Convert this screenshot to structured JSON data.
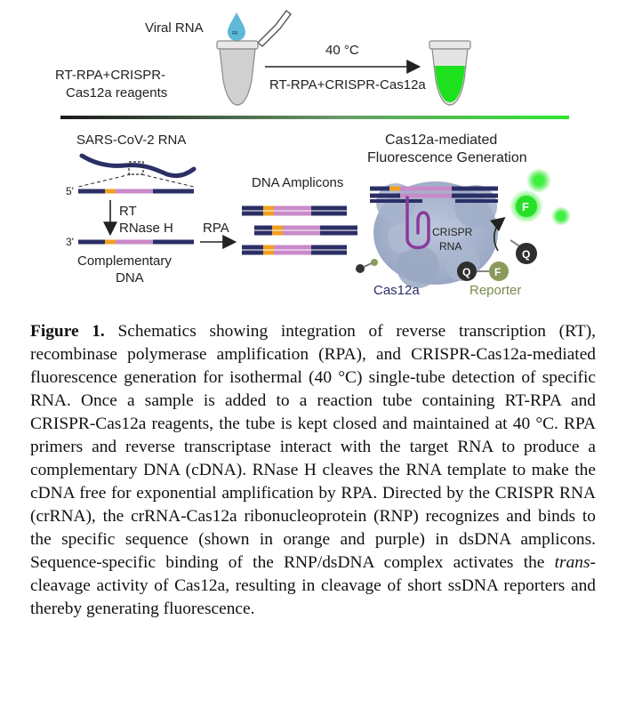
{
  "figure": {
    "viral_rna": "Viral RNA",
    "reagents_line1": "RT-RPA+CRISPR-",
    "reagents_line2": "Cas12a reagents",
    "temperature": "40 °C",
    "arrow_label": "RT-RPA+CRISPR-Cas12a",
    "sars_rna": "SARS-CoV-2 RNA",
    "five_prime": "5'",
    "three_prime": "3'",
    "rt": "RT",
    "rnase_h": "RNase H",
    "complementary_line1": "Complementary",
    "complementary_line2": "DNA",
    "rpa": "RPA",
    "dna_amplicons": "DNA Amplicons",
    "fluor_title_line1": "Cas12a-mediated",
    "fluor_title_line2": "Fluorescence Generation",
    "crispr_line1": "CRISPR",
    "crispr_line2": "RNA",
    "cas12a": "Cas12a",
    "reporter": "Reporter",
    "f_letter": "F",
    "q_letter": "Q",
    "colors": {
      "strand": "#2b2f66",
      "orange": "#f0a020",
      "purple": "#c98ac9",
      "green": "#2de82d",
      "protein": "#9aaac6",
      "reporter_text": "#7a8a4a"
    }
  },
  "caption": {
    "label": "Figure 1.",
    "text_part1": " Schematics showing integration of reverse transcription (RT), recombinase polymerase amplification (RPA), and CRISPR-Cas12a-mediated fluorescence generation for isothermal (40 °C) single-tube detection of specific RNA. Once a sample is added to a reaction tube containing RT-RPA and CRISPR-Cas12a reagents, the tube is kept closed and maintained at 40 °C. RPA primers and reverse transcriptase interact with the target RNA to produce a comple­mentary DNA (cDNA). RNase H cleaves the RNA template to make the cDNA free for exponential amplification by RPA. Directed by the CRISPR RNA (crRNA), the crRNA-Cas12a ribonucleoprotein (RNP) recognizes and binds to the specific sequence (shown in orange and purple) in dsDNA amplicons. Sequence-specific binding of the RNP/dsDNA complex activates the ",
    "text_italic": "trans",
    "text_part2": "-cleavage activity of Cas12a, resulting in cleavage of short ssDNA reporters and thereby generating fluorescence."
  }
}
